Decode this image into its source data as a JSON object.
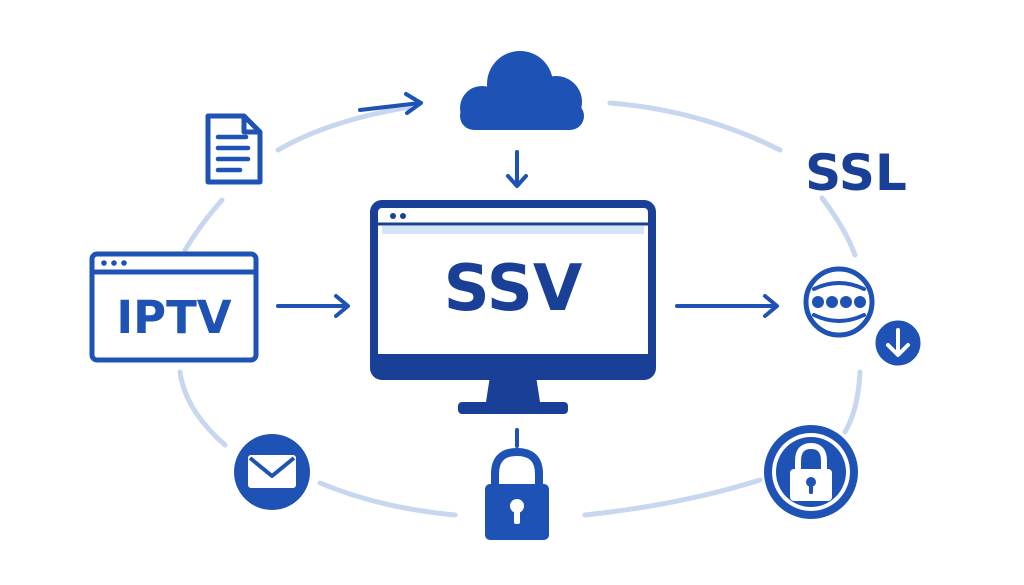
{
  "labels": {
    "center": "SSV",
    "left_window": "IPTV",
    "top_right": "SSL"
  },
  "colors": {
    "primary": "#1f52b5",
    "dark": "#1a3f96",
    "light_bar": "#d6e3f8",
    "ring": "#c7d7ef",
    "background": "#ffffff"
  },
  "icons": [
    "cloud-icon",
    "document-icon",
    "browser-window-icon",
    "monitor-icon",
    "network-globe-icon",
    "download-icon",
    "mail-icon",
    "padlock-icon",
    "lock-badge-icon"
  ]
}
